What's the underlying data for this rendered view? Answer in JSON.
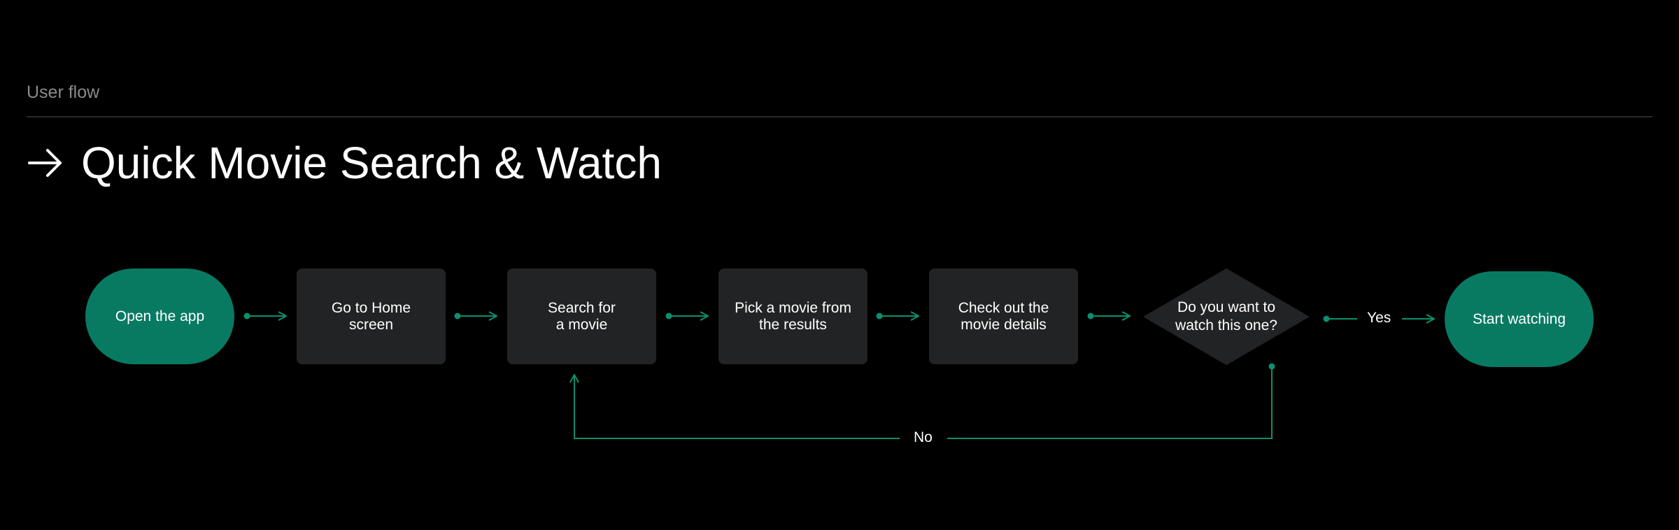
{
  "header": {
    "section_label": "User flow",
    "title": "Quick Movie Search & Watch"
  },
  "flow": {
    "nodes": [
      {
        "id": "n1",
        "text": "Open the app",
        "shape": "terminal"
      },
      {
        "id": "n2",
        "text": "Go to Home\nscreen",
        "shape": "process"
      },
      {
        "id": "n3",
        "text": "Search for\na movie",
        "shape": "process"
      },
      {
        "id": "n4",
        "text": "Pick a movie from\nthe results",
        "shape": "process"
      },
      {
        "id": "n5",
        "text": "Check out the\nmovie details",
        "shape": "process"
      },
      {
        "id": "n6",
        "text": "Do you want to\nwatch this one?",
        "shape": "decision"
      },
      {
        "id": "n7",
        "text": "Start watching",
        "shape": "terminal"
      }
    ],
    "edges": [
      {
        "from": "n1",
        "to": "n2",
        "label": ""
      },
      {
        "from": "n2",
        "to": "n3",
        "label": ""
      },
      {
        "from": "n3",
        "to": "n4",
        "label": ""
      },
      {
        "from": "n4",
        "to": "n5",
        "label": ""
      },
      {
        "from": "n5",
        "to": "n6",
        "label": ""
      },
      {
        "from": "n6",
        "to": "n7",
        "label": "Yes"
      },
      {
        "from": "n6",
        "to": "n3",
        "label": "No"
      }
    ]
  },
  "colors": {
    "accent": "#087a62",
    "box": "#222324",
    "connector": "#0e8f6e",
    "background": "#000000"
  }
}
